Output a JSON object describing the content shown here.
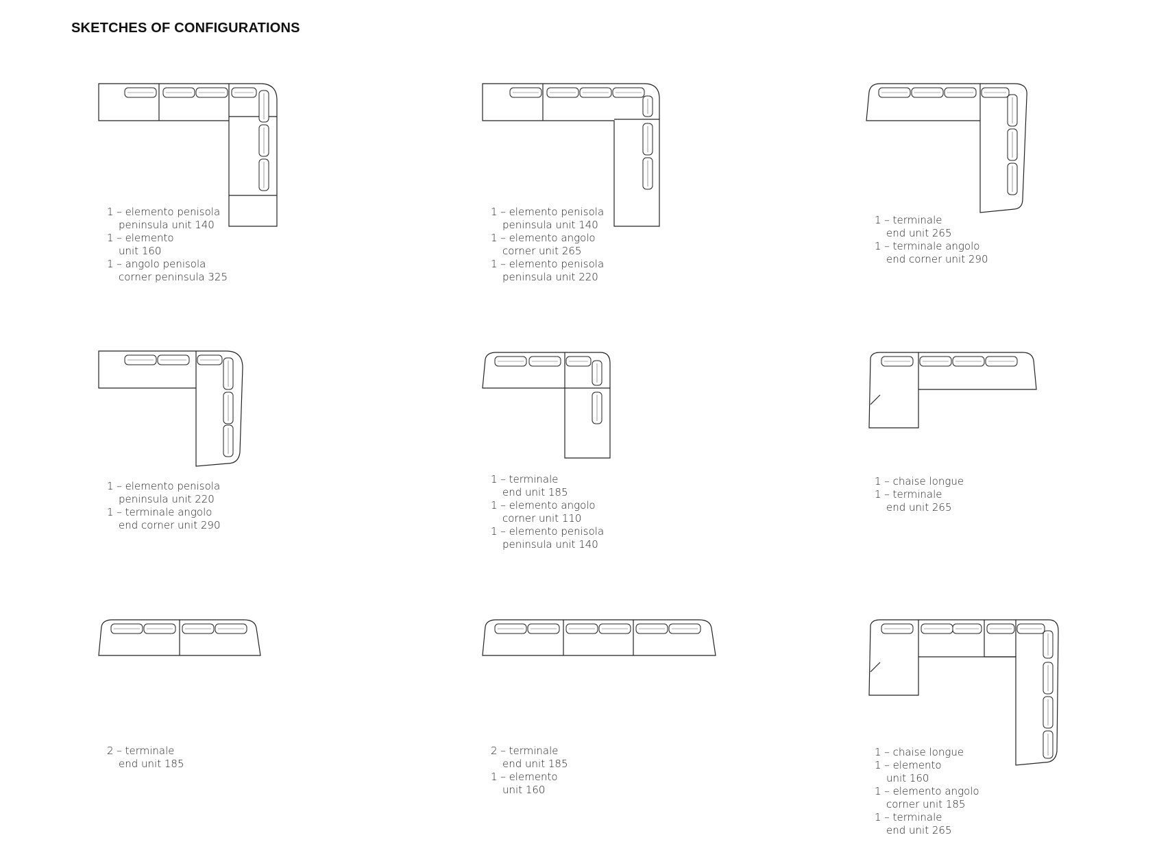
{
  "page": {
    "title": "SKETCHES OF CONFIGURATIONS"
  },
  "configs": [
    {
      "id": "c1",
      "lines": [
        {
          "text": "1 – elemento penisola",
          "sub": false
        },
        {
          "text": "peninsula  unit  140",
          "sub": true
        },
        {
          "text": "1 – elemento",
          "sub": false
        },
        {
          "text": "unit 160",
          "sub": true
        },
        {
          "text": "1 – angolo  penisola",
          "sub": false
        },
        {
          "text": "corner  peninsula  325",
          "sub": true
        }
      ]
    },
    {
      "id": "c2",
      "lines": [
        {
          "text": "1 – elemento penisola",
          "sub": false
        },
        {
          "text": "peninsula unit  140",
          "sub": true
        },
        {
          "text": "1 – elemento  angolo",
          "sub": false
        },
        {
          "text": "corner  unit  265",
          "sub": true
        },
        {
          "text": "1 – elemento  penisola",
          "sub": false
        },
        {
          "text": "peninsula unit  220",
          "sub": true
        }
      ]
    },
    {
      "id": "c3",
      "lines": [
        {
          "text": "1 – terminale",
          "sub": false
        },
        {
          "text": "end  unit  265",
          "sub": true
        },
        {
          "text": "1 – terminale  angolo",
          "sub": false
        },
        {
          "text": "end  corner  unit  290",
          "sub": true
        }
      ]
    },
    {
      "id": "c4",
      "lines": [
        {
          "text": "1 – elemento  penisola",
          "sub": false
        },
        {
          "text": "peninsula  unit  220",
          "sub": true
        },
        {
          "text": "1 – terminale  angolo",
          "sub": false
        },
        {
          "text": "end  corner  unit  290",
          "sub": true
        }
      ]
    },
    {
      "id": "c5",
      "lines": [
        {
          "text": "1 – terminale",
          "sub": false
        },
        {
          "text": "end  unit  185",
          "sub": true
        },
        {
          "text": "1 – elemento  angolo",
          "sub": false
        },
        {
          "text": "corner  unit  110",
          "sub": true
        },
        {
          "text": "1 – elemento  penisola",
          "sub": false
        },
        {
          "text": "peninsula unit  140",
          "sub": true
        }
      ]
    },
    {
      "id": "c6",
      "lines": [
        {
          "text": "1 – chaise  longue",
          "sub": false
        },
        {
          "text": "1 – terminale",
          "sub": false
        },
        {
          "text": "end  unit  265",
          "sub": true
        }
      ]
    },
    {
      "id": "c7",
      "lines": [
        {
          "text": "2 – terminale",
          "sub": false
        },
        {
          "text": "end  unit  185",
          "sub": true
        }
      ]
    },
    {
      "id": "c8",
      "lines": [
        {
          "text": "2 – terminale",
          "sub": false
        },
        {
          "text": "end  unit  185",
          "sub": true
        },
        {
          "text": "1 – elemento",
          "sub": false
        },
        {
          "text": "unit  160",
          "sub": true
        }
      ]
    },
    {
      "id": "c9",
      "lines": [
        {
          "text": "1 – chaise  longue",
          "sub": false
        },
        {
          "text": "1 – elemento",
          "sub": false
        },
        {
          "text": "unit 160",
          "sub": true
        },
        {
          "text": "1 – elemento  angolo",
          "sub": false
        },
        {
          "text": "corner  unit  185",
          "sub": true
        },
        {
          "text": "1 – terminale",
          "sub": false
        },
        {
          "text": "end unit  265",
          "sub": true
        }
      ]
    }
  ]
}
